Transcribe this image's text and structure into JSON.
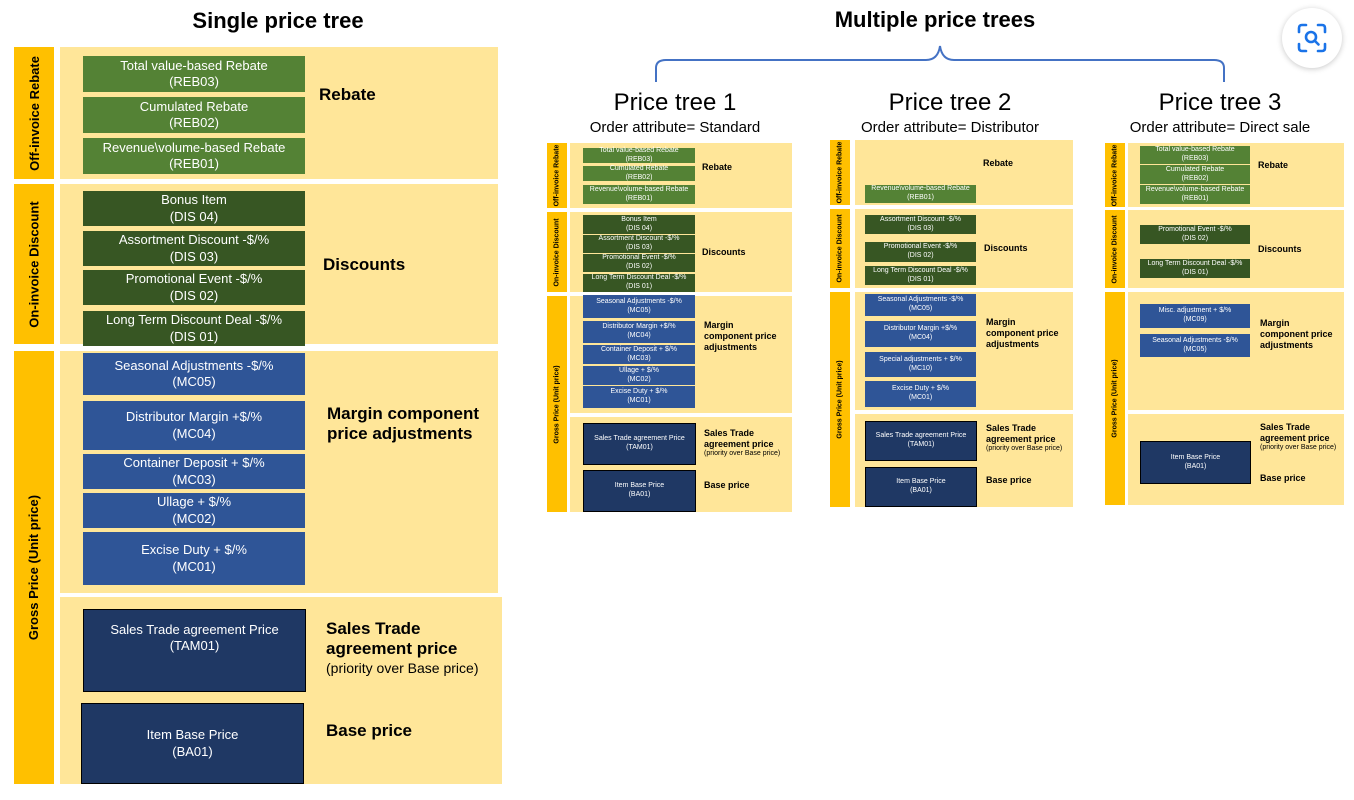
{
  "single": {
    "title": "Single price tree",
    "bands": {
      "off": "Off-invoice Rebate",
      "on": "On-invoice Discount",
      "gross": "Gross Price (Unit price)"
    },
    "boxes": {
      "reb03": {
        "name": "Total value-based Rebate",
        "code": "(REB03)"
      },
      "reb02": {
        "name": "Cumulated Rebate",
        "code": "(REB02)"
      },
      "reb01": {
        "name": "Revenue\\volume-based Rebate",
        "code": "(REB01)"
      },
      "dis04": {
        "name": "Bonus Item",
        "code": "(DIS 04)"
      },
      "dis03": {
        "name": "Assortment Discount -$/%",
        "code": "(DIS 03)"
      },
      "dis02": {
        "name": "Promotional Event -$/%",
        "code": "(DIS 02)"
      },
      "dis01": {
        "name": "Long Term Discount Deal -$/%",
        "code": "(DIS 01)"
      },
      "mc05": {
        "name": "Seasonal Adjustments -$/%",
        "code": "(MC05)"
      },
      "mc04": {
        "name": "Distributor Margin +$/%",
        "code": "(MC04)"
      },
      "mc03": {
        "name": "Container Deposit + $/%",
        "code": "(MC03)"
      },
      "mc02": {
        "name": "Ullage + $/%",
        "code": "(MC02)"
      },
      "mc01": {
        "name": "Excise Duty + $/%",
        "code": "(MC01)"
      },
      "tam01": {
        "name": "Sales Trade agreement Price",
        "code": "(TAM01)"
      },
      "ba01": {
        "name": "Item Base Price",
        "code": "(BA01)"
      }
    },
    "labels": {
      "rebate": "Rebate",
      "discounts": "Discounts",
      "margin": "Margin component price adjustments",
      "sta": "Sales Trade agreement price",
      "sta_sub": "(priority over Base price)",
      "base": "Base price"
    }
  },
  "multi": {
    "title": "Multiple price trees",
    "bands": {
      "off": "Off-invoice Rebate",
      "on": "On-invoice Discount",
      "gross": "Gross Price (Unit price)"
    },
    "labels": {
      "rebate": "Rebate",
      "discounts": "Discounts",
      "margin": "Margin component price adjustments",
      "sta": "Sales Trade agreement price",
      "sta_sub": "(priority over Base price)",
      "base": "Base price"
    },
    "trees": [
      {
        "title": "Price tree 1",
        "attr": "Order attribute= Standard",
        "rebate": [
          {
            "name": "Total value-based Rebate",
            "code": "(REB03)"
          },
          {
            "name": "Cumulated Rebate",
            "code": "(REB02)"
          },
          {
            "name": "Revenue\\volume-based Rebate",
            "code": "(REB01)"
          }
        ],
        "discounts": [
          {
            "name": "Bonus Item",
            "code": "(DIS 04)"
          },
          {
            "name": "Assortment Discount -$/%",
            "code": "(DIS 03)"
          },
          {
            "name": "Promotional Event -$/%",
            "code": "(DIS 02)"
          },
          {
            "name": "Long Term Discount Deal -$/%",
            "code": "(DIS 01)"
          }
        ],
        "margin": [
          {
            "name": "Seasonal Adjustments -$/%",
            "code": "(MC05)"
          },
          {
            "name": "Distributor Margin +$/%",
            "code": "(MC04)"
          },
          {
            "name": "Container Deposit + $/%",
            "code": "(MC03)"
          },
          {
            "name": "Ullage + $/%",
            "code": "(MC02)"
          },
          {
            "name": "Excise Duty + $/%",
            "code": "(MC01)"
          }
        ],
        "tam": {
          "name": "Sales Trade agreement Price",
          "code": "(TAM01)"
        },
        "base": {
          "name": "Item Base Price",
          "code": "(BA01)"
        }
      },
      {
        "title": "Price tree 2",
        "attr": "Order attribute= Distributor",
        "rebate": [
          {
            "name": "Revenue\\volume-based Rebate",
            "code": "(REB01)"
          }
        ],
        "discounts": [
          {
            "name": "Assortment Discount -$/%",
            "code": "(DIS 03)"
          },
          {
            "name": "Promotional Event -$/%",
            "code": "(DIS 02)"
          },
          {
            "name": "Long Term Discount Deal -$/%",
            "code": "(DIS 01)"
          }
        ],
        "margin": [
          {
            "name": "Seasonal Adjustments -$/%",
            "code": "(MC05)"
          },
          {
            "name": "Distributor Margin +$/%",
            "code": "(MC04)"
          },
          {
            "name": "Special adjustments + $/%",
            "code": "(MC10)"
          },
          {
            "name": "Excise Duty + $/%",
            "code": "(MC01)"
          }
        ],
        "tam": {
          "name": "Sales Trade agreement Price",
          "code": "(TAM01)"
        },
        "base": {
          "name": "Item Base Price",
          "code": "(BA01)"
        }
      },
      {
        "title": "Price tree 3",
        "attr": "Order attribute= Direct sale",
        "rebate": [
          {
            "name": "Total value-based Rebate",
            "code": "(REB03)"
          },
          {
            "name": "Cumulated Rebate",
            "code": "(REB02)"
          },
          {
            "name": "Revenue\\volume-based Rebate",
            "code": "(REB01)"
          }
        ],
        "discounts": [
          {
            "name": "Promotional Event -$/%",
            "code": "(DIS 02)"
          },
          {
            "name": "Long Term Discount Deal -$/%",
            "code": "(DIS 01)"
          }
        ],
        "margin": [
          {
            "name": "Misc. adjustment + $/%",
            "code": "(MC09)"
          },
          {
            "name": "Seasonal Adjustments -$/%",
            "code": "(MC05)"
          }
        ],
        "base": {
          "name": "Item Base Price",
          "code": "(BA01)"
        }
      }
    ]
  },
  "icons": {
    "lens": "visual-search-icon"
  },
  "colors": {
    "gold": "#ffc000",
    "cream": "#ffe699",
    "rebate_green": "#548235",
    "discount_green": "#375623",
    "margin_blue": "#2f5597",
    "price_navy": "#1f3864",
    "brace_blue": "#4472c4"
  }
}
